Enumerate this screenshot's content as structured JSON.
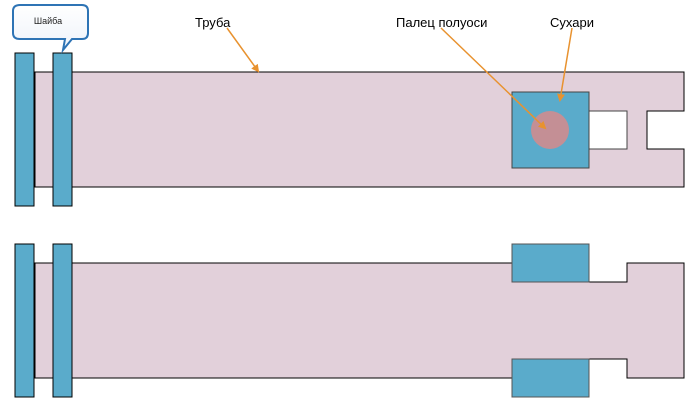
{
  "labels": {
    "washer": "Шайба",
    "pipe": "Труба",
    "axle_pin": "Палец полуоси",
    "crackers": "Сухари"
  },
  "colors": {
    "pipe_fill": "#e2d0da",
    "washer_fill": "#5aabcb",
    "block_fill": "#5aabcb",
    "pin_fill": "#c48f95",
    "arrow": "#e8922f",
    "callout_border": "#2e74b5",
    "outline": "#000000"
  }
}
